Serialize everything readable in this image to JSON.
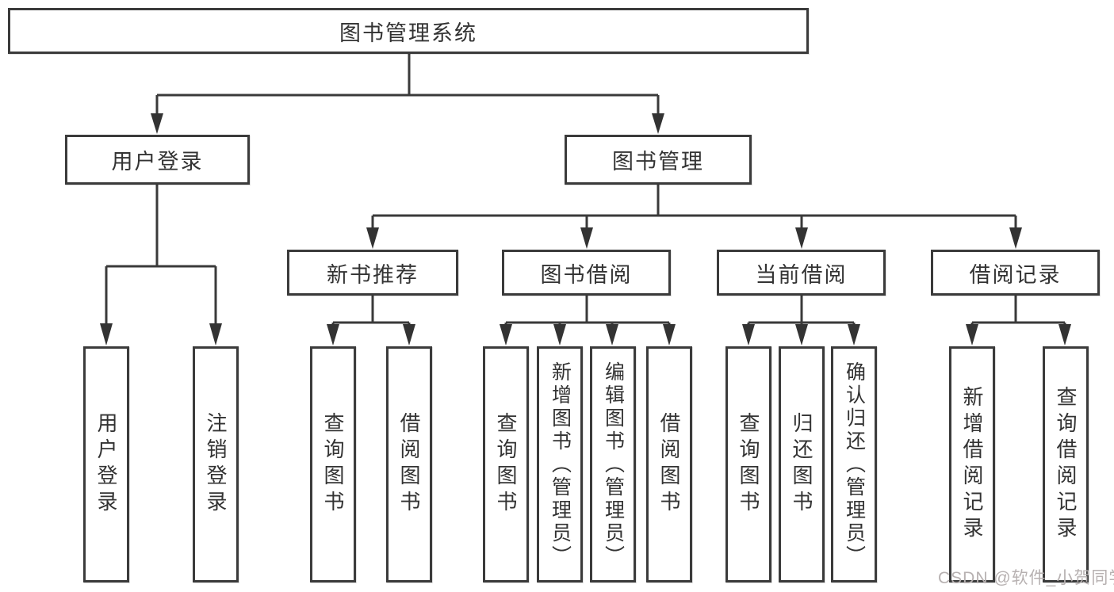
{
  "diagram": {
    "type": "hierarchy-tree",
    "root": {
      "label": "图书管理系统"
    },
    "level2": [
      {
        "label": "用户登录"
      },
      {
        "label": "图书管理"
      }
    ],
    "level3": [
      {
        "label": "新书推荐",
        "parent": "图书管理"
      },
      {
        "label": "图书借阅",
        "parent": "图书管理"
      },
      {
        "label": "当前借阅",
        "parent": "图书管理"
      },
      {
        "label": "借阅记录",
        "parent": "图书管理"
      }
    ],
    "leaves": [
      {
        "label": "用户登录",
        "parent": "用户登录"
      },
      {
        "label": "注销登录",
        "parent": "用户登录"
      },
      {
        "label": "查询图书",
        "parent": "新书推荐"
      },
      {
        "label": "借阅图书",
        "parent": "新书推荐"
      },
      {
        "label": "查询图书",
        "parent": "图书借阅"
      },
      {
        "label": "新增图书（管理员）",
        "parent": "图书借阅"
      },
      {
        "label": "编辑图书（管理员）",
        "parent": "图书借阅"
      },
      {
        "label": "借阅图书",
        "parent": "图书借阅"
      },
      {
        "label": "查询图书",
        "parent": "当前借阅"
      },
      {
        "label": "归还图书",
        "parent": "当前借阅"
      },
      {
        "label": "确认归还（管理员）",
        "parent": "当前借阅"
      },
      {
        "label": "新增借阅记录",
        "parent": "借阅记录"
      },
      {
        "label": "查询借阅记录",
        "parent": "借阅记录"
      }
    ]
  },
  "watermark": {
    "text": "CSDN @软件_小贺同学"
  },
  "colors": {
    "line": "#3a3a3a",
    "box_border": "#3b3b3b",
    "text": "#333333",
    "background": "#ffffff",
    "watermark": "#b7b1b1"
  }
}
